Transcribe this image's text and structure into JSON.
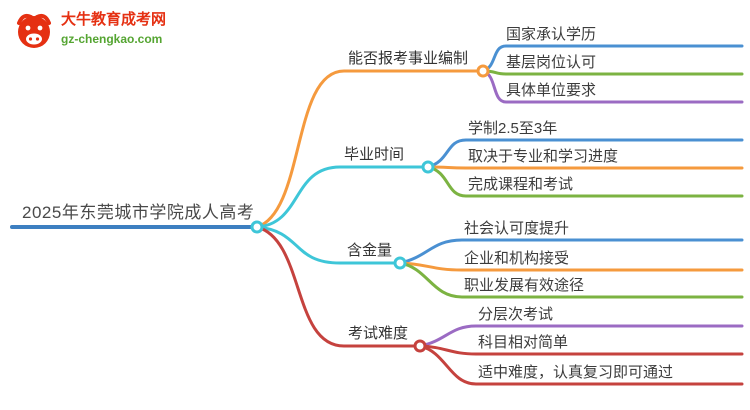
{
  "logo": {
    "title": "大牛教育成考网",
    "url": "gz-chengkao.com",
    "icon": "bull-icon"
  },
  "palette": {
    "blue": "#4A90D2",
    "orange": "#F59A3E",
    "green": "#7CB342",
    "purple": "#9B6BC3",
    "cyan": "#3EC6D8",
    "red": "#C5423E",
    "brand_red": "#E53012",
    "brand_green": "#55A532",
    "text": "#3C3C3C"
  },
  "mindmap": {
    "root": {
      "label": "2025年东莞城市学院成人高考",
      "line_color": "#3D7FC1",
      "dot_color": "#3EC6D8"
    },
    "branches": [
      {
        "label": "能否报考事业编制",
        "color": "#F59A3E",
        "children": [
          {
            "label": "国家承认学历",
            "color": "#4A90D2"
          },
          {
            "label": "基层岗位认可",
            "color": "#7CB342"
          },
          {
            "label": "具体单位要求",
            "color": "#9B6BC3"
          }
        ]
      },
      {
        "label": "毕业时间",
        "color": "#3EC6D8",
        "children": [
          {
            "label": "学制2.5至3年",
            "color": "#4A90D2"
          },
          {
            "label": "取决于专业和学习进度",
            "color": "#F59A3E"
          },
          {
            "label": "完成课程和考试",
            "color": "#7CB342"
          }
        ]
      },
      {
        "label": "含金量",
        "color": "#3EC6D8",
        "children": [
          {
            "label": "社会认可度提升",
            "color": "#4A90D2"
          },
          {
            "label": "企业和机构接受",
            "color": "#F59A3E"
          },
          {
            "label": "职业发展有效途径",
            "color": "#7CB342"
          }
        ]
      },
      {
        "label": "考试难度",
        "color": "#C5423E",
        "children": [
          {
            "label": "分层次考试",
            "color": "#9B6BC3"
          },
          {
            "label": "科目相对简单",
            "color": "#C5423E"
          },
          {
            "label": "适中难度，认真复习即可通过",
            "color": "#C5423E"
          }
        ]
      }
    ]
  }
}
